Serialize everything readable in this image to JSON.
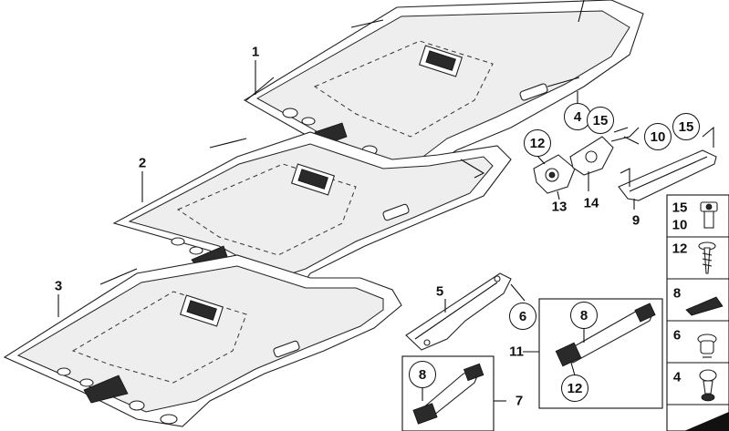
{
  "callouts": {
    "c1": "1",
    "c2": "2",
    "c3": "3",
    "c4": "4",
    "c5": "5",
    "c6": "6",
    "c7": "7",
    "c8a": "8",
    "c8b": "8",
    "c9": "9",
    "c10": "10",
    "c11": "11",
    "c12a": "12",
    "c12b": "12",
    "c13": "13",
    "c14": "14",
    "c15a": "15",
    "c15b": "15"
  },
  "sidebar": {
    "cells": [
      {
        "top": "15",
        "bottom": "10"
      },
      {
        "top": "12"
      },
      {
        "top": "8"
      },
      {
        "top": "6"
      },
      {
        "top": "4"
      }
    ]
  }
}
